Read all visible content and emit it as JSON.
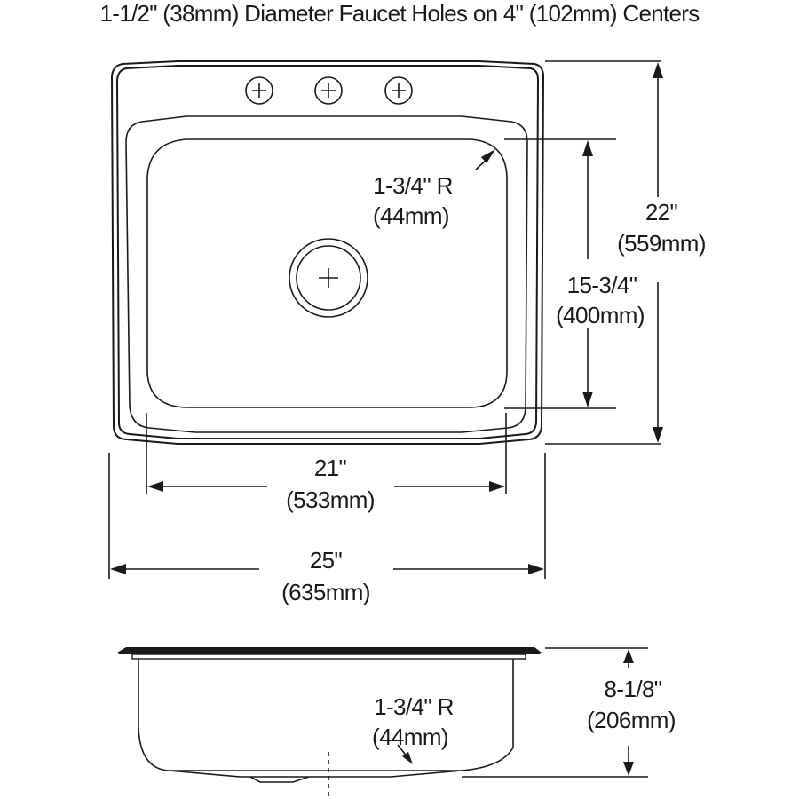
{
  "title": "1-1/2\" (38mm) Diameter Faucet Holes on 4\" (102mm) Centers",
  "top_view": {
    "faucet_holes": 3,
    "corner_radius": {
      "imperial": "1-3/4\" R",
      "metric": "(44mm)"
    },
    "bowl_length": {
      "imperial": "15-3/4\"",
      "metric": "(400mm)"
    },
    "overall_length": {
      "imperial": "22\"",
      "metric": "(559mm)"
    },
    "bowl_width": {
      "imperial": "21\"",
      "metric": "(533mm)"
    },
    "overall_width": {
      "imperial": "25\"",
      "metric": "(635mm)"
    }
  },
  "side_view": {
    "corner_radius": {
      "imperial": "1-3/4\" R",
      "metric": "(44mm)"
    },
    "depth": {
      "imperial": "8-1/8\"",
      "metric": "(206mm)"
    }
  },
  "icons": [
    "faucet-hole-icon",
    "drain-icon",
    "dimension-arrow-icon"
  ]
}
